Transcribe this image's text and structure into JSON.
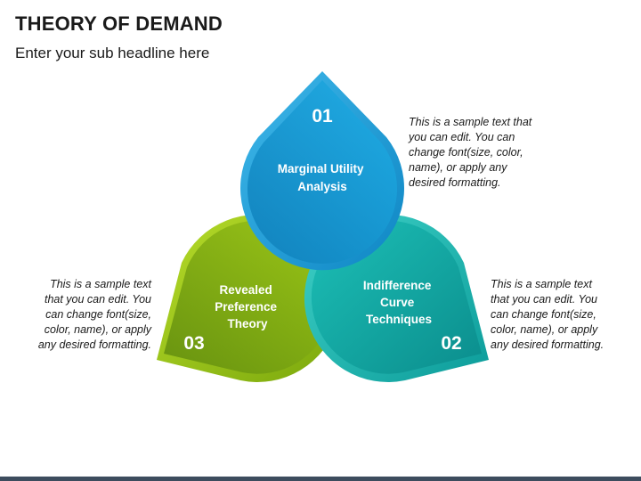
{
  "header": {
    "title": "THEORY OF DEMAND",
    "subtitle": "Enter your sub headline here"
  },
  "colors": {
    "blue": "#1a9ed8",
    "green": "#8bbf10",
    "teal": "#12b3ad",
    "footer": "#3d4c5e"
  },
  "petals": [
    {
      "number": "01",
      "label_lines": [
        "Marginal Utility",
        "Analysis"
      ],
      "icon": "drop-shape"
    },
    {
      "number": "02",
      "label_lines": [
        "Indifference",
        "Curve",
        "Techniques"
      ],
      "icon": "drop-shape"
    },
    {
      "number": "03",
      "label_lines": [
        "Revealed",
        "Preference",
        "Theory"
      ],
      "icon": "drop-shape"
    }
  ],
  "descriptions": {
    "top": [
      "This is a sample text that",
      "you can edit. You can",
      "change font(size, color,",
      "name), or apply any",
      "desired formatting."
    ],
    "left": [
      "This is a sample text",
      "that you can edit. You",
      "can change font(size,",
      "color, name), or apply",
      "any desired formatting."
    ],
    "right": [
      "This is a sample text",
      "that you can edit. You",
      "can change font(size,",
      "color, name), or apply",
      "any desired formatting."
    ]
  }
}
